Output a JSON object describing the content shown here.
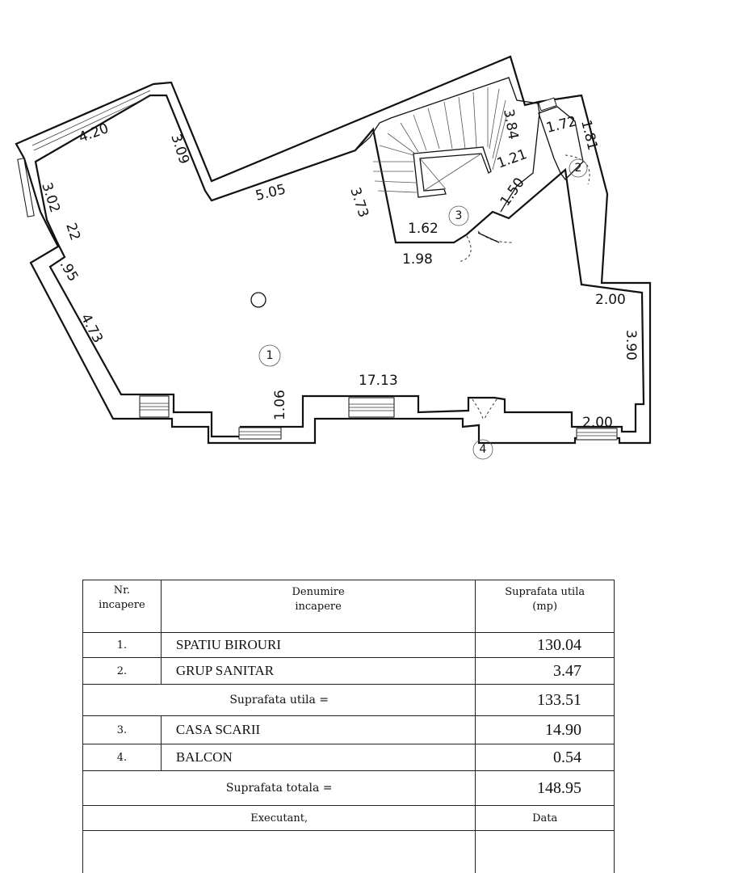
{
  "plan": {
    "dimensions": [
      "4.20",
      "3.09",
      "3.02",
      "22",
      ".95",
      "4.73",
      "5.05",
      "3.73",
      "1.62",
      "1.98",
      "3.84",
      "1.21",
      "1.50",
      "1.72",
      "1.81",
      "2.00",
      "3.90",
      "17.13",
      "1.06",
      "2.00"
    ],
    "room_markers": [
      "1",
      "2",
      "3",
      "4"
    ]
  },
  "table": {
    "header": {
      "nr_line1": "Nr.",
      "nr_line2": "incapere",
      "name_line1": "Denumire",
      "name_line2": "incapere",
      "area_line1": "Suprafata utila",
      "area_line2": "(mp)"
    },
    "rows": [
      {
        "nr": "1.",
        "name": "SPATIU BIROURI",
        "area": "130.04"
      },
      {
        "nr": "2.",
        "name": "GRUP SANITAR",
        "area": "3.47"
      }
    ],
    "subtotal": {
      "label": "Suprafata utila =",
      "value": "133.51"
    },
    "rows_extra": [
      {
        "nr": "3.",
        "name": "CASA SCARII",
        "area": "14.90"
      },
      {
        "nr": "4.",
        "name": "BALCON",
        "area": "0.54"
      }
    ],
    "total": {
      "label": "Suprafata totala =",
      "value": "148.95"
    },
    "footer": {
      "executant": "Executant,",
      "data": "Data"
    }
  }
}
